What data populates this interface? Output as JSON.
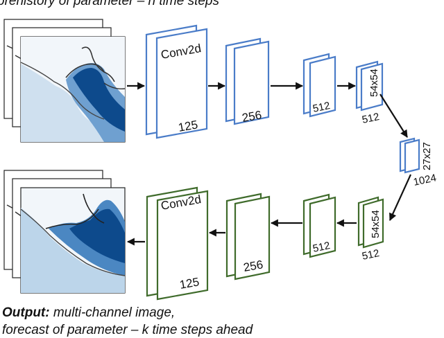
{
  "top_caption": "prehistory of parameter – n time steps",
  "bottom_caption": {
    "bold": "Output:",
    "line1_rest": " multi-channel image,",
    "line2": "forecast of parameter – k time steps ahead"
  },
  "encoder": {
    "block1": {
      "op": "Conv2d",
      "channels": "125"
    },
    "block2": {
      "channels": "256"
    },
    "block3": {
      "channels": "512"
    },
    "block4": {
      "size": "54x54",
      "channels": "512"
    }
  },
  "bottleneck": {
    "size": "27x27",
    "channels": "1024"
  },
  "decoder": {
    "block1": {
      "size": "54x54",
      "channels": "512"
    },
    "block2": {
      "channels": "512"
    },
    "block3": {
      "channels": "256"
    },
    "block4": {
      "op": "Conv2d",
      "channels": "125"
    }
  },
  "colors": {
    "encoder": "#4a7cc8",
    "decoder": "#3f6b2b",
    "sea_dark": "#0d4a8c",
    "sea_mid": "#4b87c2",
    "sea_light": "#a9c9e6"
  }
}
